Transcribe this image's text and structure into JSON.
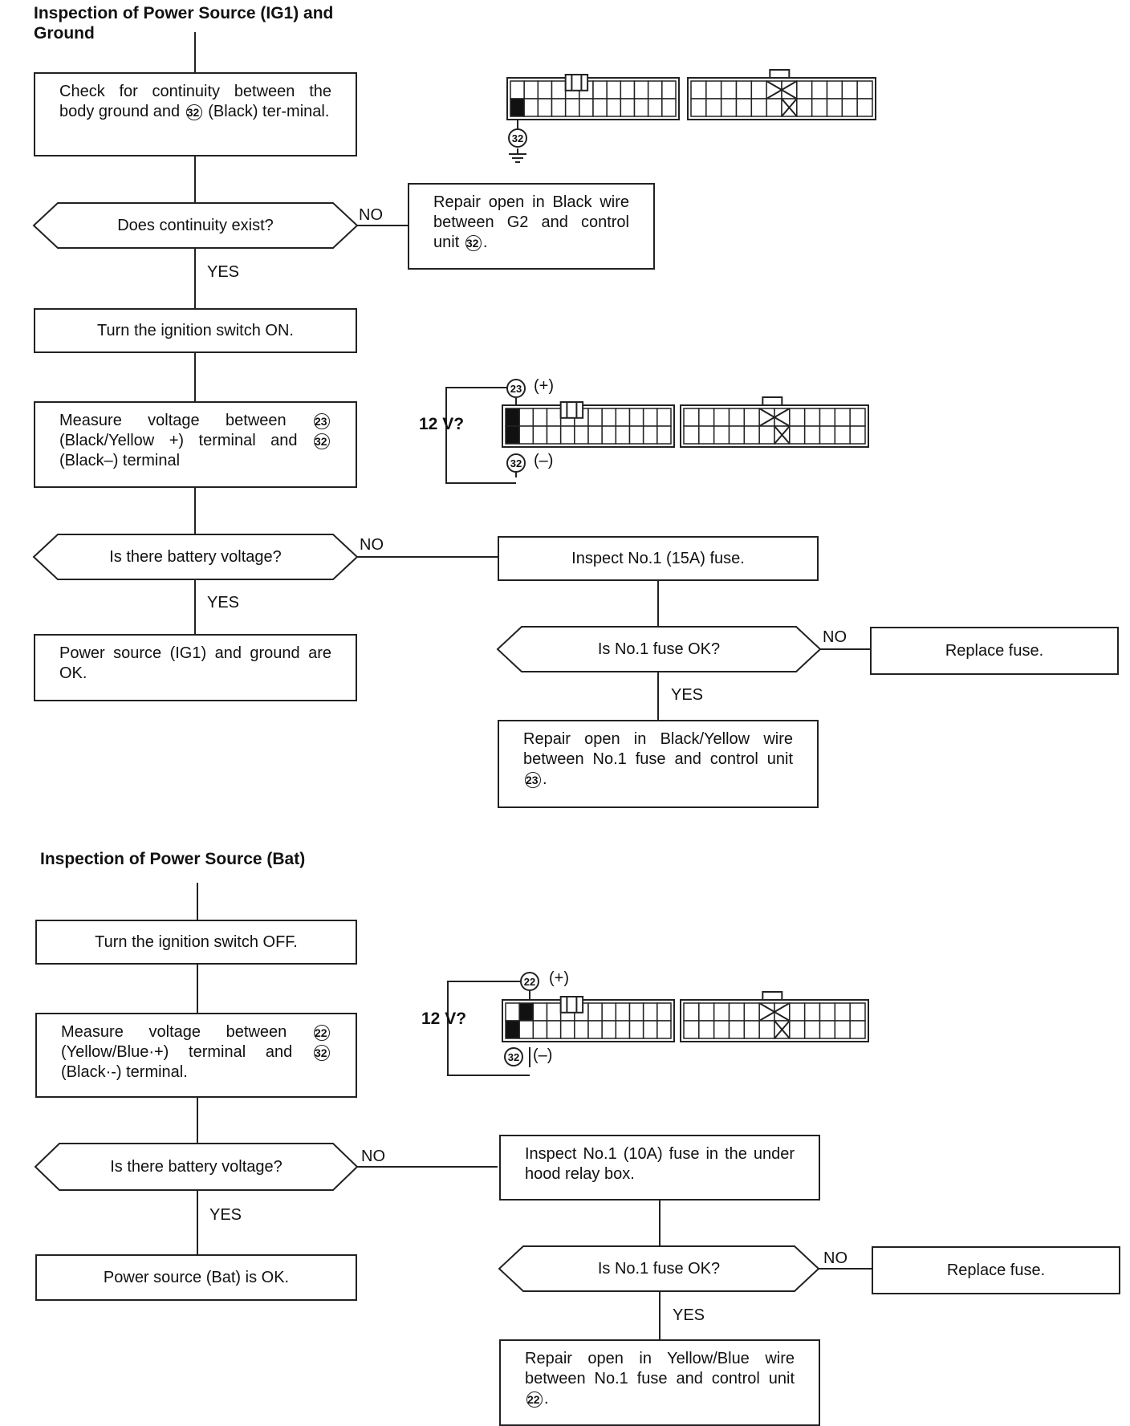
{
  "section1": {
    "heading": "Inspection of Power Source (IG1) and Ground",
    "check_continuity": {
      "pre": "Check for continuity between the body ground and",
      "terminal": "32",
      "post": "(Black) ter-minal."
    },
    "q_continuity": "Does continuity exist?",
    "repair_black": {
      "pre": "Repair open in Black wire between G2 and control unit",
      "terminal": "32",
      "post": "."
    },
    "turn_on": "Turn the ignition switch ON.",
    "measure": {
      "t1": "23",
      "mid": "(Black/Yellow +) terminal and",
      "t2": "32",
      "pre": "Measure voltage between",
      "post": "(Black–) terminal"
    },
    "q_battery": "Is there battery voltage?",
    "ok": "Power source (IG1) and ground are OK.",
    "inspect_fuse": "Inspect No.1 (15A) fuse.",
    "q_fuse": "Is No.1 fuse OK?",
    "replace_fuse": "Replace fuse.",
    "repair_by": {
      "pre": "Repair open in Black/Yellow wire between No.1 fuse and control unit",
      "terminal": "23",
      "post": "."
    },
    "conn_ground_terminal": "32",
    "meter": {
      "voltage": "12 V?",
      "pos_terminal": "23",
      "pos_sign": "(+)",
      "neg_terminal": "32",
      "neg_sign": "(–)"
    }
  },
  "section2": {
    "heading": "Inspection of Power Source (Bat)",
    "turn_off": "Turn the ignition switch OFF.",
    "measure": {
      "pre": "Measure voltage between",
      "t1": "22",
      "mid": "(Yellow/Blue·+) terminal and",
      "t2": "32",
      "post": "(Black·-) terminal."
    },
    "q_battery": "Is there battery voltage?",
    "ok": "Power source (Bat) is OK.",
    "inspect_fuse": "Inspect No.1 (10A) fuse in the under hood relay box.",
    "q_fuse": "Is No.1 fuse OK?",
    "replace_fuse": "Replace fuse.",
    "repair_yb": {
      "pre": "Repair open in Yellow/Blue wire between No.1 fuse and control unit",
      "terminal": "22",
      "post": "."
    },
    "meter": {
      "voltage": "12 V?",
      "pos_terminal": "22",
      "pos_sign": "(+)",
      "neg_terminal": "32",
      "neg_sign": "(–)"
    }
  },
  "labels": {
    "yes": "YES",
    "no": "NO"
  }
}
